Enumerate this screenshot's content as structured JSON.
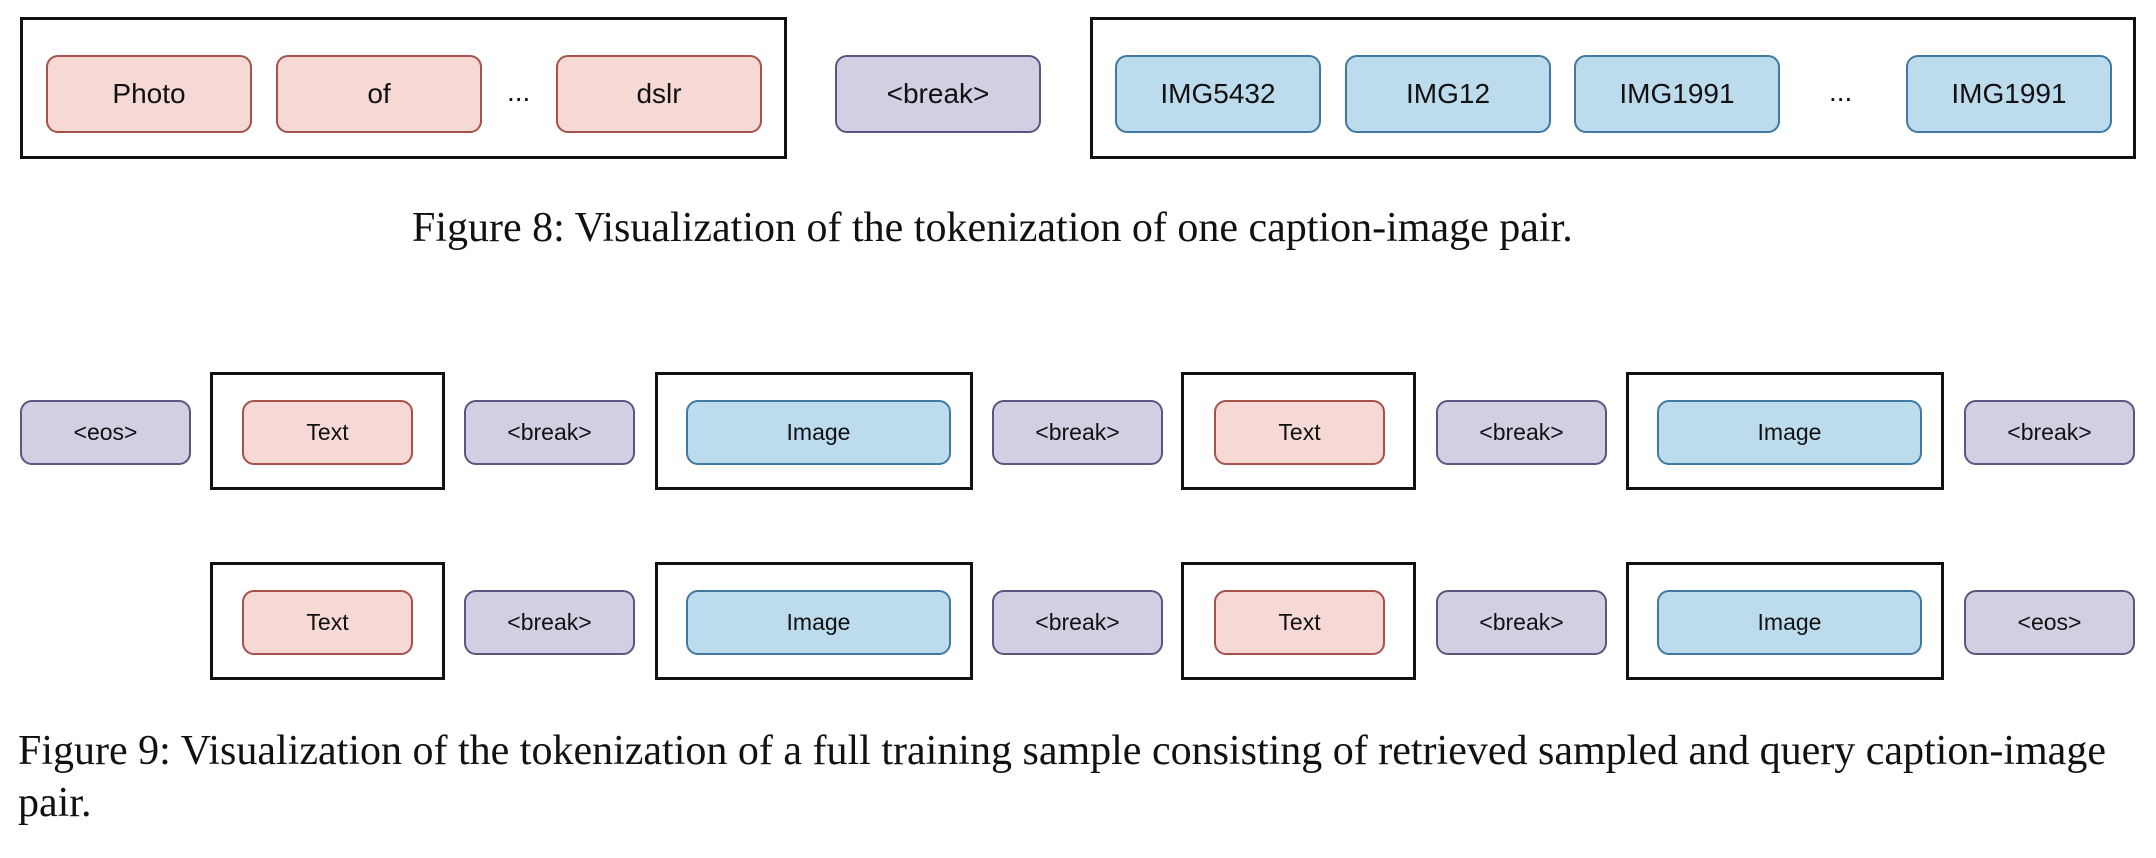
{
  "figure8": {
    "caption_tokens": [
      "Photo",
      "of",
      "dslr"
    ],
    "caption_ellipsis": "...",
    "separator": "<break>",
    "image_tokens": [
      "IMG5432",
      "IMG12",
      "IMG1991",
      "IMG1991"
    ],
    "image_ellipsis": "...",
    "caption": "Figure 8: Visualization of the tokenization of one caption-image pair."
  },
  "figure9": {
    "row1": [
      "<eos>",
      "Text",
      "<break>",
      "Image",
      "<break>",
      "Text",
      "<break>",
      "Image",
      "<break>"
    ],
    "row2": [
      "Text",
      "<break>",
      "Image",
      "<break>",
      "Text",
      "<break>",
      "Image",
      "<eos>"
    ],
    "caption": "Figure 9: Visualization of the tokenization of a full training sample consisting of retrieved sampled and query caption-image pair."
  },
  "colors": {
    "text_token_fill": "#f6d8d5",
    "text_token_border": "#a5524a",
    "image_token_fill": "#bcdcee",
    "image_token_border": "#3f78a0",
    "special_token_fill": "#d3cfe3",
    "special_token_border": "#5a5680"
  }
}
